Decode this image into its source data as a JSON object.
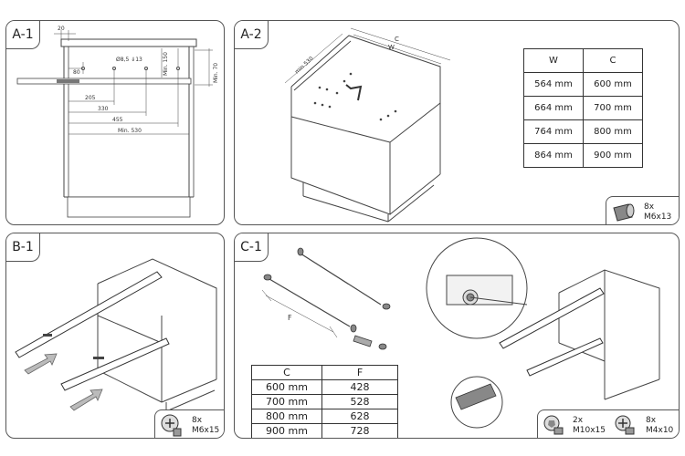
{
  "panels": {
    "a1": {
      "tab": "A-1",
      "dims": {
        "d20": "20",
        "d80": "80",
        "hole": "Ø8,5 ⇓13",
        "min150": "Min. 150",
        "min70": "Min. 70",
        "d205": "205",
        "d330": "330",
        "d455": "455",
        "min530": "Min. 530"
      }
    },
    "a2": {
      "tab": "A-2",
      "labels": {
        "c": "C",
        "w": "W",
        "min530": "min 530"
      },
      "table": {
        "headers": [
          "W",
          "C"
        ],
        "rows": [
          [
            "564 mm",
            "600 mm"
          ],
          [
            "664 mm",
            "700 mm"
          ],
          [
            "764 mm",
            "800 mm"
          ],
          [
            "864 mm",
            "900 mm"
          ]
        ]
      },
      "hardware": {
        "qty": "8x",
        "spec": "M6x13"
      }
    },
    "b1": {
      "tab": "B-1",
      "hardware": {
        "qty": "8x",
        "spec": "M6x15"
      }
    },
    "c1": {
      "tab": "C-1",
      "labels": {
        "f": "F"
      },
      "table": {
        "headers": [
          "C",
          "F"
        ],
        "rows": [
          [
            "600 mm",
            "428"
          ],
          [
            "700 mm",
            "528"
          ],
          [
            "800 mm",
            "628"
          ],
          [
            "900 mm",
            "728"
          ]
        ]
      },
      "hardware": [
        {
          "qty": "2x",
          "spec": "M10x15"
        },
        {
          "qty": "8x",
          "spec": "M4x10"
        }
      ]
    }
  }
}
